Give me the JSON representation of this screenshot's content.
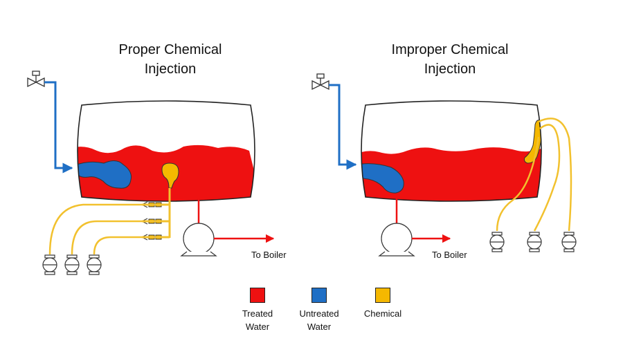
{
  "diagrams": [
    {
      "title_line1": "Proper Chemical",
      "title_line2": "Injection",
      "outlet_label": "To Boiler"
    },
    {
      "title_line1": "Improper Chemical",
      "title_line2": "Injection",
      "outlet_label": "To Boiler"
    }
  ],
  "legend": [
    {
      "line1": "Treated",
      "line2": "Water",
      "color": "#ee1111"
    },
    {
      "line1": "Untreated",
      "line2": "Water",
      "color": "#1f6fc5"
    },
    {
      "line1": "Chemical",
      "line2": "",
      "color": "#f5b800"
    }
  ],
  "colors": {
    "treated": "#ee1111",
    "untreated": "#1f6fc5",
    "chemical": "#f5b800",
    "chemical_line": "#f2c12e",
    "outline": "#222222"
  }
}
